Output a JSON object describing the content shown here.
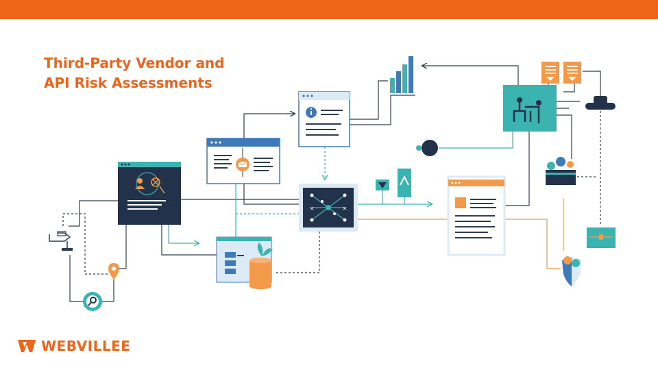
{
  "title": {
    "line1": "Third-Party Vendor and",
    "line2": "API Risk Assessments"
  },
  "brand": {
    "name": "WEBVILLEE"
  },
  "colors": {
    "accent": "#ef6519",
    "title": "#e8651f",
    "navy": "#22324a",
    "teal": "#3bb3b0",
    "blue": "#3f7ab8",
    "orange": "#f2994a",
    "line": "#2f3e4e",
    "panel": "#dceaf6"
  },
  "icons": [
    "browser-window-icon",
    "user-icon",
    "info-icon",
    "envelope-icon",
    "network-node-icon",
    "bar-chart-icon",
    "document-icon",
    "org-chart-icon",
    "download-icon",
    "cloud-icon",
    "toolbox-icon",
    "briefcase-icon",
    "shield-icon",
    "search-icon",
    "location-pin-icon",
    "plant-icon",
    "funnel-icon",
    "arrow-up-icon",
    "hand-icon"
  ]
}
